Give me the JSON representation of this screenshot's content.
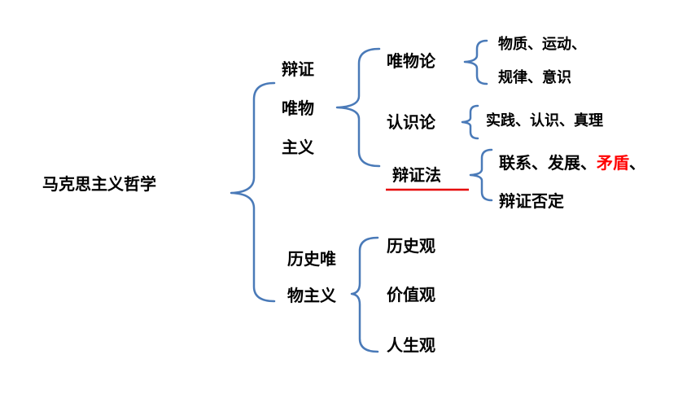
{
  "root": {
    "label": "马克思主义哲学"
  },
  "dialectical_materialism": {
    "lines": [
      "辩证",
      "唯物",
      "主义"
    ],
    "ontology": {
      "label": "唯物论",
      "items": [
        "物质、运动、",
        "规律、意识"
      ]
    },
    "epistemology": {
      "label": "认识论",
      "items": [
        "实践、认识、真理"
      ]
    },
    "dialectics": {
      "label": "辩证法",
      "line1_prefix": "联系、发展、",
      "line1_highlight": "矛盾",
      "line1_suffix": "、",
      "line2": "辩证否定"
    }
  },
  "historical_materialism": {
    "lines": [
      "历史唯",
      "物主义"
    ],
    "items": [
      "历史观",
      "价值观",
      "人生观"
    ]
  },
  "colors": {
    "bracket": "#4a7ab8",
    "underline": "#e60000",
    "highlight": "#ff0000",
    "text": "#000000"
  }
}
